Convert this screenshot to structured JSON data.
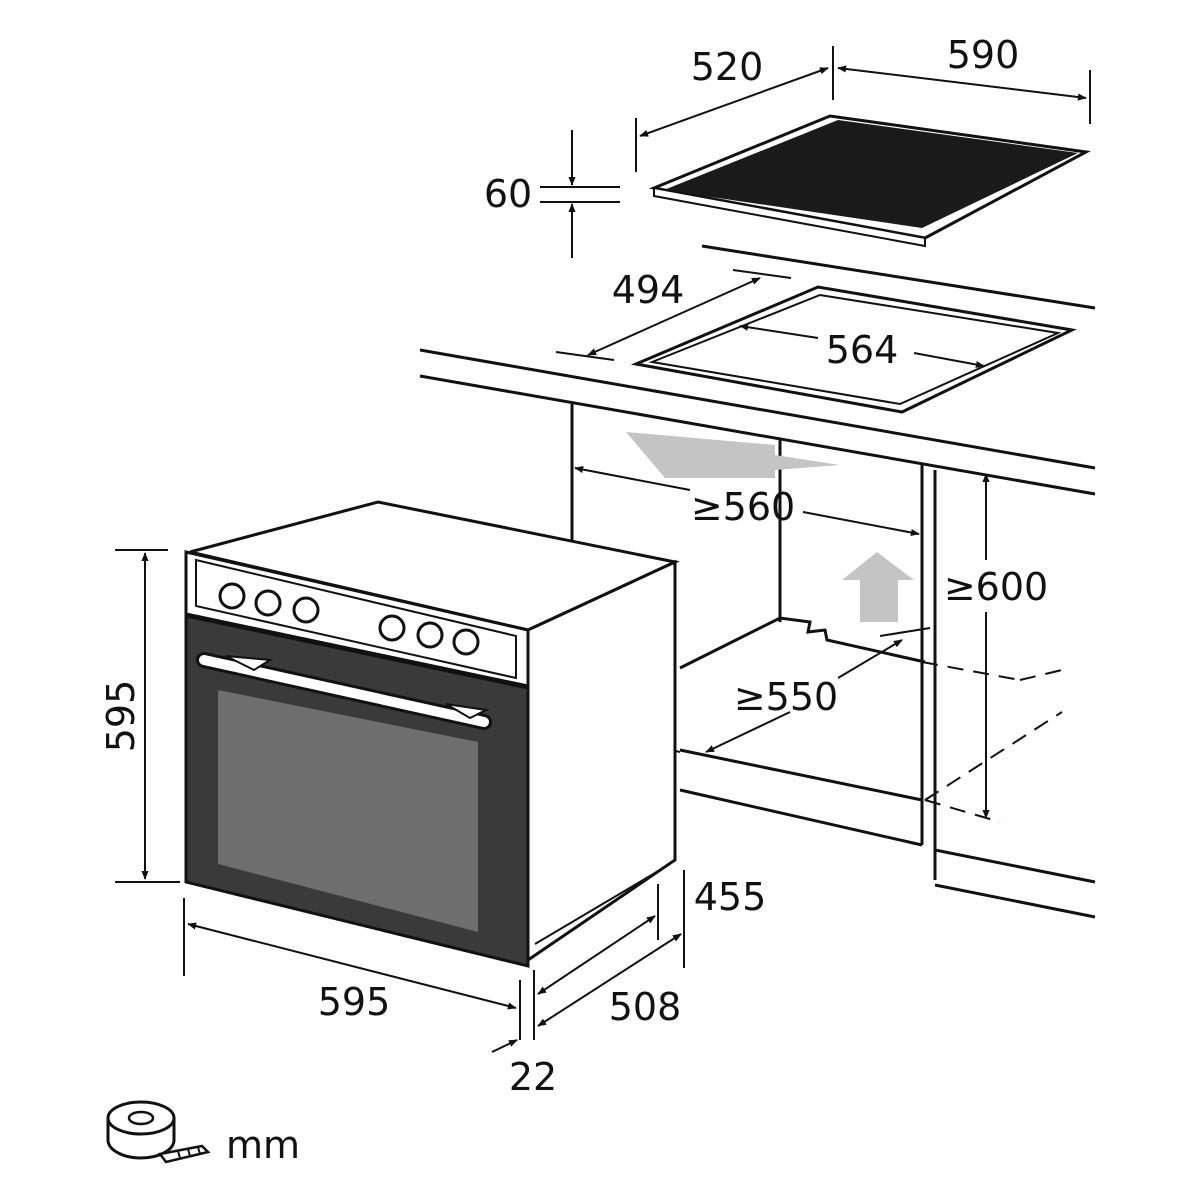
{
  "labels": {
    "hob_depth": "520",
    "hob_width": "590",
    "hob_height": "60",
    "cutout_depth": "494",
    "cutout_width": "564",
    "niche_width": "≥560",
    "niche_height": "≥600",
    "niche_depth": "≥550",
    "oven_height": "595",
    "oven_width": "595",
    "oven_body_depth": "455",
    "oven_depth": "508",
    "front_thickness": "22",
    "unit": "mm"
  },
  "colors": {
    "line": "#111111",
    "hob_glass": "#1a1a1a",
    "oven_door": "#3a3a3a",
    "oven_window": "#6e6e6e",
    "airflow_arrow": "#c4c4c4",
    "background": "#ffffff"
  },
  "icons": {
    "unit": "tape-measure-icon",
    "airflow": "airflow-arrow-icon"
  }
}
